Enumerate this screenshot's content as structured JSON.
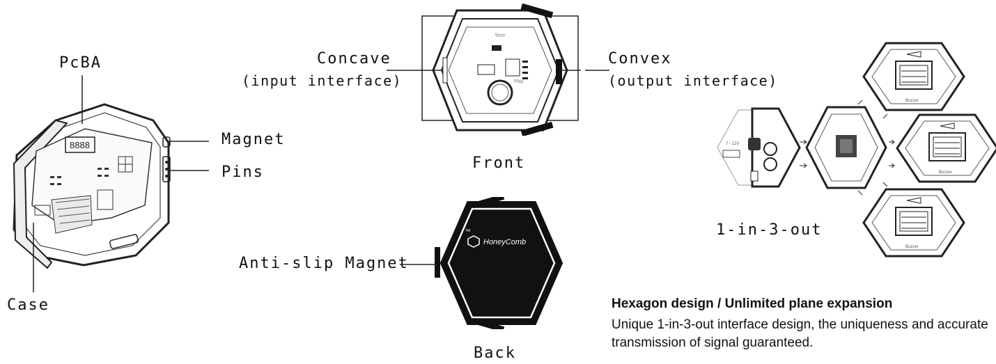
{
  "labels": {
    "pcba": "PcBA",
    "magnet": "Magnet",
    "pins": "Pins",
    "case": "Case",
    "concave": "Concave",
    "concave_sub": "(input interface)",
    "convex": "Convex",
    "convex_sub": "(output interface)",
    "front": "Front",
    "anti_slip_magnet": "Anti-slip Magnet",
    "back": "Back",
    "one_in_three_out": "1-in-3-out"
  },
  "front_board": {
    "top_label": "Term",
    "mid_label": "Play"
  },
  "back_board": {
    "brand": "HoneyComb",
    "tm": "TM"
  },
  "expansion": {
    "power_label": "7 - 12V",
    "buzzer_label": "Buzzer"
  },
  "caption": {
    "title": "Hexagon design / Unlimited plane expansion",
    "body": "Unique 1-in-3-out interface design, the uniqueness and accurate transmission of signal guaranteed."
  }
}
